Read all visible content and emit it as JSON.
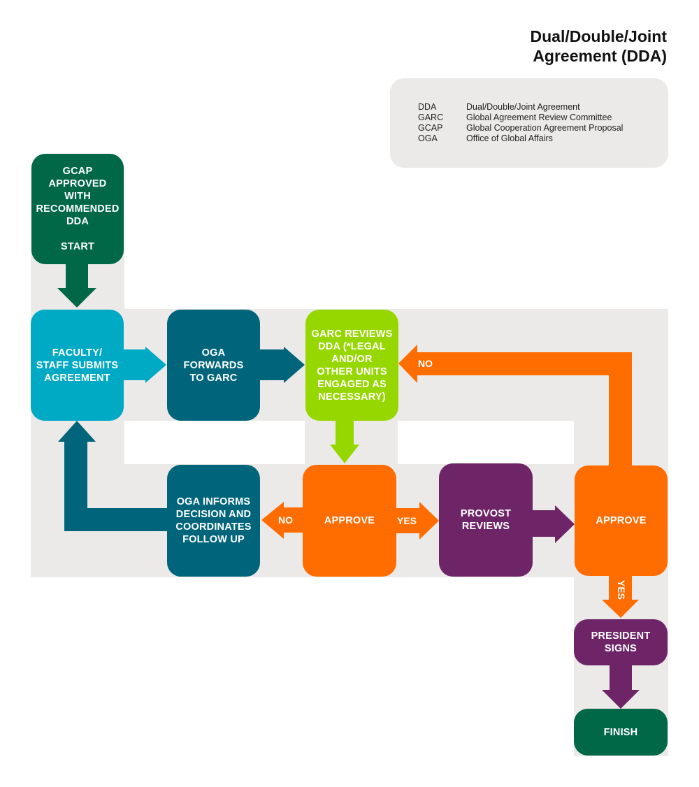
{
  "title": "Dual/Double/Joint\nAgreement (DDA)",
  "legend": [
    {
      "abbr": "DDA",
      "meaning": "Dual/Double/Joint Agreement"
    },
    {
      "abbr": "GARC",
      "meaning": "Global Agreement Review Committee"
    },
    {
      "abbr": "GCAP",
      "meaning": "Global Cooperation Agreement Proposal"
    },
    {
      "abbr": "OGA",
      "meaning": "Office of Global Affairs"
    }
  ],
  "colors": {
    "dark_green": "#006747",
    "cyan": "#00a9c4",
    "teal": "#00657b",
    "lime": "#97d700",
    "orange": "#ff6c00",
    "purple": "#6e2568",
    "panel_gray": "#ebeae8"
  },
  "nodes": {
    "start": "GCAP\nAPPROVED\nWITH\nRECOMMENDED\nDDA\n\nSTART",
    "faculty_submits": "FACULTY/\nSTAFF SUBMITS\nAGREEMENT",
    "oga_forwards": "OGA\nFORWARDS\nTO GARC",
    "garc_reviews": "GARC REVIEWS\nDDA (*LEGAL\nAND/OR\nOTHER UNITS\nENGAGED AS\nNECESSARY)",
    "oga_informs": "OGA INFORMS\nDECISION AND\nCOORDINATES\nFOLLOW UP",
    "approve_1": "APPROVE",
    "provost_reviews": "PROVOST\nREVIEWS",
    "approve_2": "APPROVE",
    "president_signs": "PRESIDENT\nSIGNS",
    "finish": "FINISH"
  },
  "edge_labels": {
    "approve1_no": "NO",
    "approve1_yes": "YES",
    "approve2_no": "NO",
    "approve2_yes": "YES"
  }
}
